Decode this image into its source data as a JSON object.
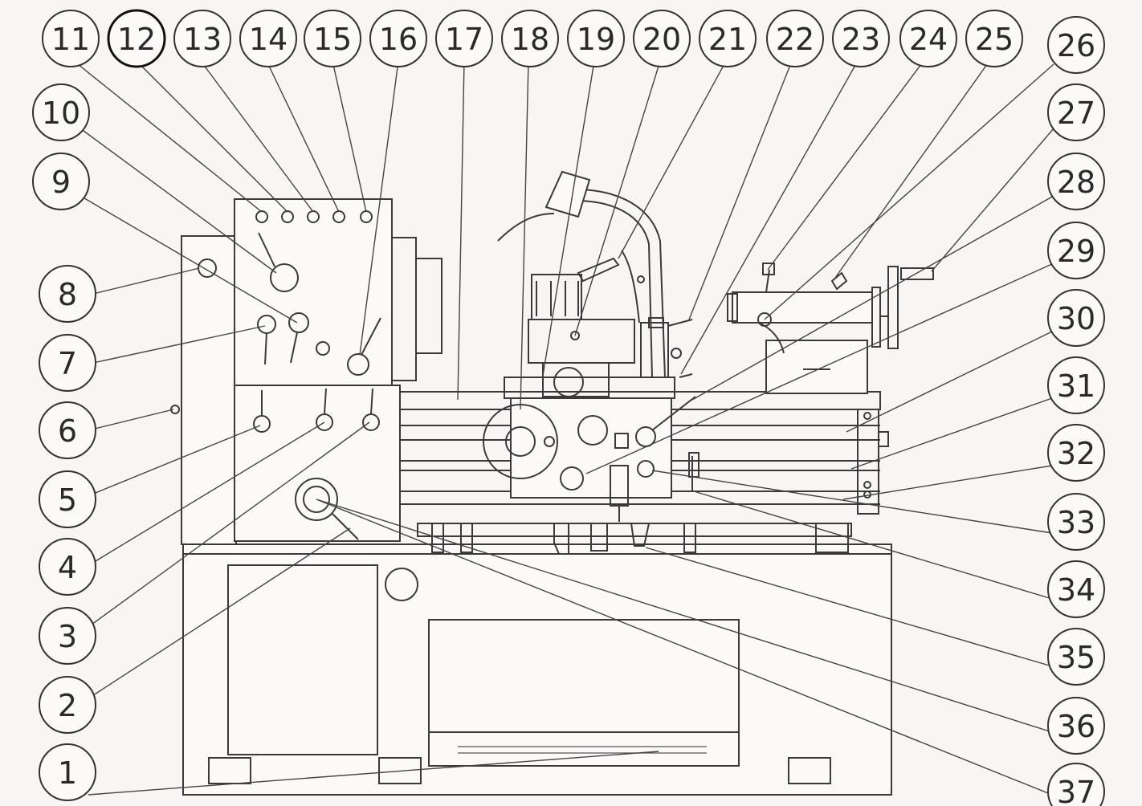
{
  "callouts": [
    "1",
    "2",
    "3",
    "4",
    "5",
    "6",
    "7",
    "8",
    "9",
    "10",
    "11",
    "12",
    "13",
    "14",
    "15",
    "16",
    "17",
    "18",
    "19",
    "20",
    "21",
    "22",
    "23",
    "24",
    "25",
    "26",
    "27",
    "28",
    "29",
    "30",
    "31",
    "32",
    "33",
    "34",
    "35",
    "36",
    "37"
  ],
  "colors": {
    "ink": "#3a3a3a",
    "paper": "#f7f6f4"
  }
}
